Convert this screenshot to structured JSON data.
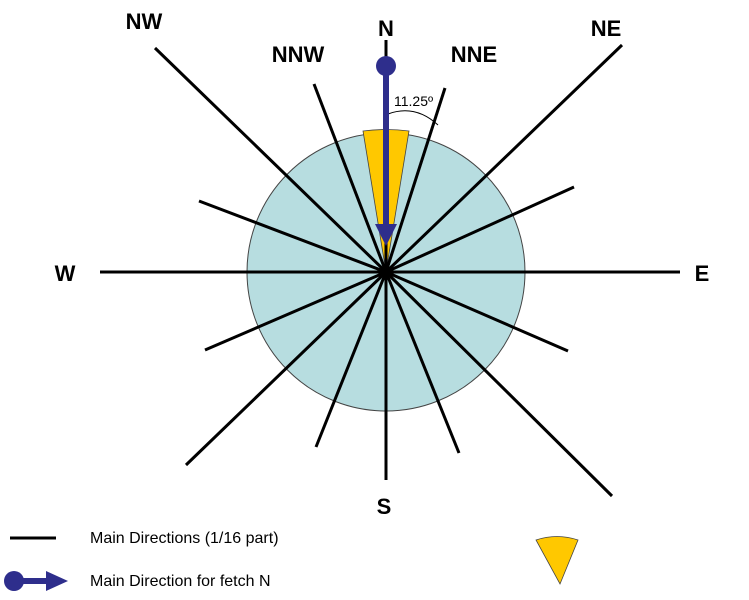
{
  "colors": {
    "circle_fill": "#B7DDE0",
    "line": "#000000",
    "sector_fill": "#FFC800",
    "arrow": "#2E2E8C"
  },
  "compass": {
    "labels": [
      {
        "key": "N",
        "text": "N",
        "angle": 0
      },
      {
        "key": "NNE",
        "text": "NNE",
        "angle": 22.5
      },
      {
        "key": "NE",
        "text": "NE",
        "angle": 45
      },
      {
        "key": "E",
        "text": "E",
        "angle": 90
      },
      {
        "key": "S",
        "text": "S",
        "angle": 180
      },
      {
        "key": "W",
        "text": "W",
        "angle": 270
      },
      {
        "key": "NW",
        "text": "NW",
        "angle": 315
      },
      {
        "key": "NNW",
        "text": "NNW",
        "angle": 337.5
      }
    ],
    "direction_count": 16,
    "sector_half_width_deg": 11.25,
    "angle_annotation": "11.25º",
    "fetch_direction": "N"
  },
  "legend": {
    "lines_label": "Main Directions (1/16 part)",
    "arrow_label": "Main Direction for fetch N"
  }
}
